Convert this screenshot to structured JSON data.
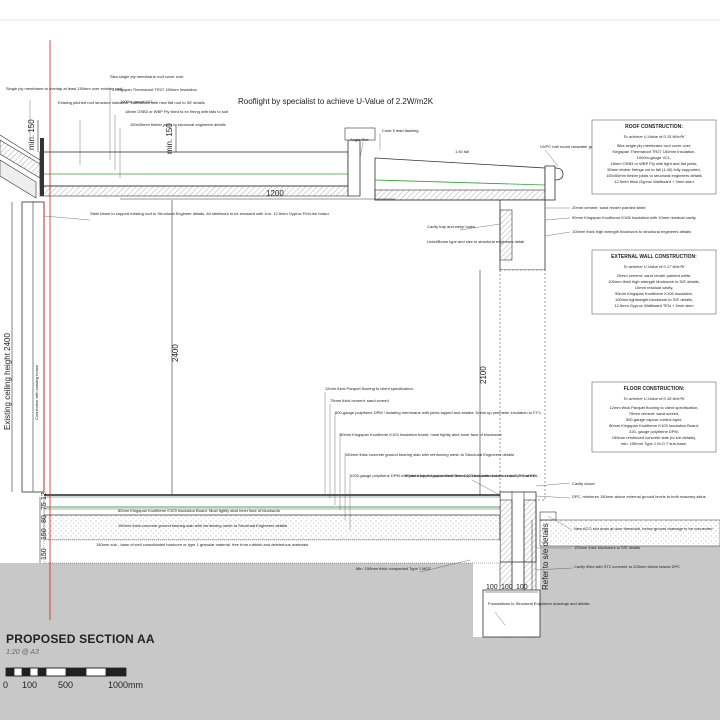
{
  "title": "PROPOSED SECTION AA",
  "scale": "1:20 @ A3",
  "scale_bar": [
    "0",
    "100",
    "500",
    "1000mm"
  ],
  "dimensions": {
    "min150_a": "min. 150",
    "min150_b": "min. 150",
    "w1200": "1200",
    "h2400": "2400",
    "h2100": "2100",
    "existing_ceiling": "Existing ceiling height 2400",
    "floor_stack": [
      "150",
      "150",
      "80",
      "75",
      "12"
    ],
    "found_widths": [
      "100",
      "100",
      "100"
    ],
    "refer_se": "Refer to s/e details"
  },
  "labels": {
    "membrane_overlap": "Single ply membrane to overlap at least 150mm over existing roof",
    "existing_pitched": "Existing pitched roof structure indicative, connection with new flat roof to SE details",
    "sika": "Sika single ply membrane roof cover over",
    "kingspan_tr27": "Kingspan Thermaroof TR27 150mm Insulation",
    "vcl": "1000m-gauge VCL",
    "osb": "18mm OSB3 or WBP Ply fixed to ex firring with falls to suit",
    "joists": "150x50mm timber joists to structural engineers details",
    "rooflight": "Rooflight by specialist to achieve U-Value of 2.2W/m2K",
    "flashing": "Code 5 lead flashing",
    "angle_fillet": "Angle fillet",
    "fall": "1:40 fall",
    "gutter": "UVPC half round rainwater gutter",
    "steel_beam": "Steel beam to support existing roof to Structural Engineer details. All steelwork to be encased with 1no. 12.5mm Gyproc FireLine board.",
    "render": "20mm cement: sand render painted white",
    "k106": "90mm Kingspan Kooltherm K106 Insulation with 10mm residual cavity",
    "blockwork": "100mm thick high strength blockwork to structural engineers details",
    "cavity_tray": "Cavity tray and weep holes",
    "lintel": "Lintel/Beam type and size to structural engineers detail",
    "connection": "Connection with existing house",
    "parquet": "12mm thick Parquet flooring to client specification.",
    "screed": "75mm thick cement: sand screed",
    "dpm_iso": "500-gauge polythene DPM / isolating membrane with joints lapped and sealed. Dress up perimeter insulation to F.F.L.",
    "k103": "80mm Kingspan Kooltherm K103 Insulation board, must tightly abut inner face of blockwork",
    "slab": "150mm thick concrete ground bearing slab with reinforcing mesh to Structural Engineers details",
    "dpm_1200": "1200-gauge polythene DPM with joints lapped and sealed. Dress up blockwork and seal into D.P.C at F.F.L.",
    "perimeter": "25mm thick Kingspan Kooltherm K103 Insulation board, to wall perimeters.",
    "cavity_closer": "Cavity closer",
    "dpc": "DPC, minimum 150mm above external ground levels to both masonry skins",
    "ins_band": "80mm Kingspan Kooltherm K103 Insulation Board. Must tightly abut inner face of blockwork",
    "slab_band": "150mm thick concrete ground bearing slab with reinforcing mesh to Structural Engineers details",
    "hardcore": "150mm sub - base of well consolidated hardcore or type 1 granular material, free from rubbish and deleterious materials.",
    "mot": "Min. 150mm thick compacted Type 1 MOT",
    "aco": "New ACO slot drain at door threshold, below ground drainage to be connected",
    "below_block": "100mm thick blockwork to S/E details",
    "cavity_fill": "Cavity filled with ST2 concrete to 225mm below lowest DPC",
    "foundations": "Foundations to Structural Engineers drawings and details."
  },
  "specs": {
    "roof": {
      "heading": "ROOF CONSTRUCTION:",
      "target": "To achieve U-Value of 0.15 W/m²K",
      "lines": [
        "Sika single ply membrane roof cover over,",
        "Kingspan Thermaroof TR27 150mm Insulation,",
        "1000m-gauge VCL,",
        "18mm OSB3 or WBP Ply with tight and flat joints,",
        "50mm timber firrings cut to fall (1:40) fully supported,",
        "150x50mm timber joists to structural engineers details",
        "12.5mm thick Gyproc Wallboard + 3mm skim"
      ]
    },
    "wall": {
      "heading": "EXTERNAL WALL CONSTRUCTION:",
      "target": "To achieve U-Value of 0.17 W/m²K",
      "lines": [
        "20mm cement: sand render painted white,",
        "100mm thick high strength blockwork to S/E details,",
        "10mm residual cavity,",
        "90mm Kingspan Kooltherm K106 Insulation,",
        "100mm lightweight blockwork to S/E details,",
        "12.5mm Gyproc Wallboard TEN + 3mm skim"
      ]
    },
    "floor": {
      "heading": "FLOOR CONSTRUCTION:",
      "target": "To achieve U-Value of 0.18 W/m²K",
      "lines": [
        "12mm thick Parquet flooring to client specification,",
        "75mm cement: sand screed,",
        "500-gauge vapour control layer,",
        "80mm Kingspan Kooltherm K103 Insulation Board,",
        "220- gauge polythene DPM,",
        "150mm reinforced concrete slab (to s/e details),",
        "min. 150mm Type 1 M.O.T sub-base."
      ]
    }
  },
  "colors": {
    "cut_line": "#d02020",
    "membrane": "#30a030",
    "ground": "#c8c8c8"
  }
}
